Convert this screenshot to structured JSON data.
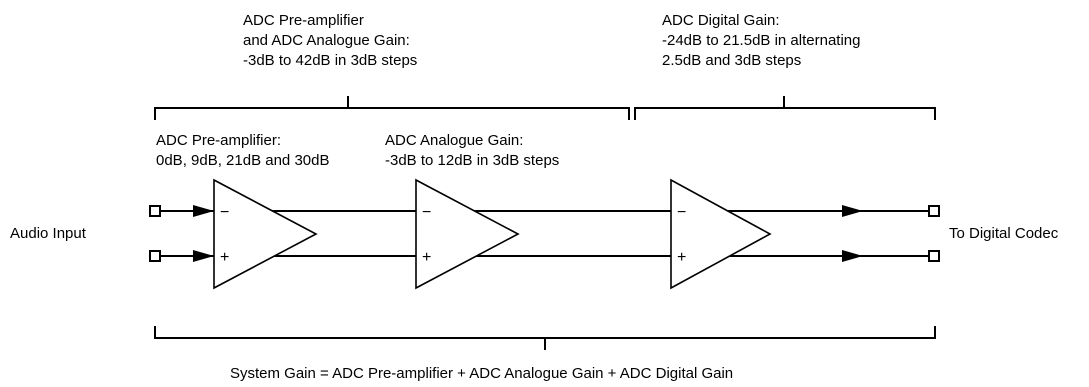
{
  "labels": {
    "pre_analogue_group": [
      "ADC Pre-amplifier",
      "and ADC Analogue Gain:",
      "-3dB to 42dB in 3dB steps"
    ],
    "digital_group": [
      "ADC Digital Gain:",
      "-24dB to 21.5dB in alternating",
      "2.5dB and 3dB steps"
    ],
    "pre_amplifier": [
      "ADC Pre-amplifier:",
      "0dB, 9dB, 21dB and 30dB"
    ],
    "analogue_gain": [
      "ADC Analogue Gain:",
      "-3dB to 12dB in 3dB steps"
    ],
    "audio_input": "Audio Input",
    "to_digital_codec": "To Digital Codec",
    "system_gain": "System Gain = ADC Pre-amplifier + ADC Analogue Gain + ADC Digital Gain"
  },
  "symbols": {
    "minus": "−",
    "plus": "+"
  }
}
